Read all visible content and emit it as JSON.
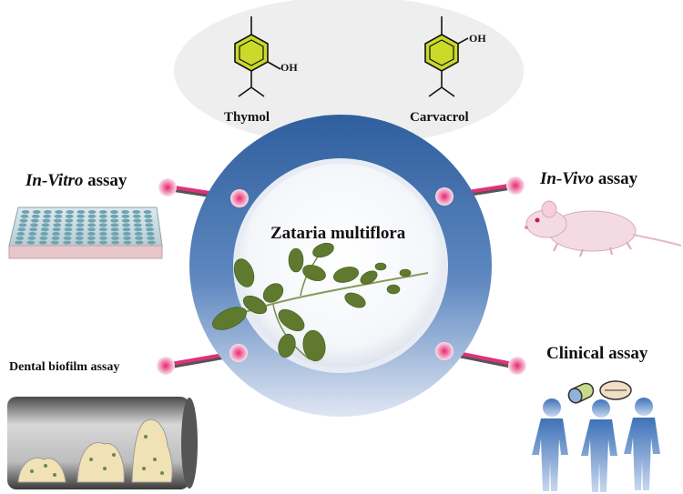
{
  "compounds": [
    {
      "name": "Thymol",
      "group": "OH"
    },
    {
      "name": "Carvacrol",
      "group": "OH"
    }
  ],
  "center": {
    "title": "Zataria multiflora"
  },
  "assays": {
    "in_vitro": {
      "italic": "In-Vitro",
      "rest": " assay"
    },
    "in_vivo": {
      "italic": "In-Vivo",
      "rest": " assay"
    },
    "dental": {
      "label": "Dental biofilm assay"
    },
    "clinical": {
      "label": "Clinical assay"
    }
  },
  "colors": {
    "ring_top": "#3a6aa8",
    "ring_bottom": "#c9d6ea",
    "connector": "#e0317a",
    "benzene_fill": "#cbd92a",
    "ellipse": "#eeeeee"
  }
}
